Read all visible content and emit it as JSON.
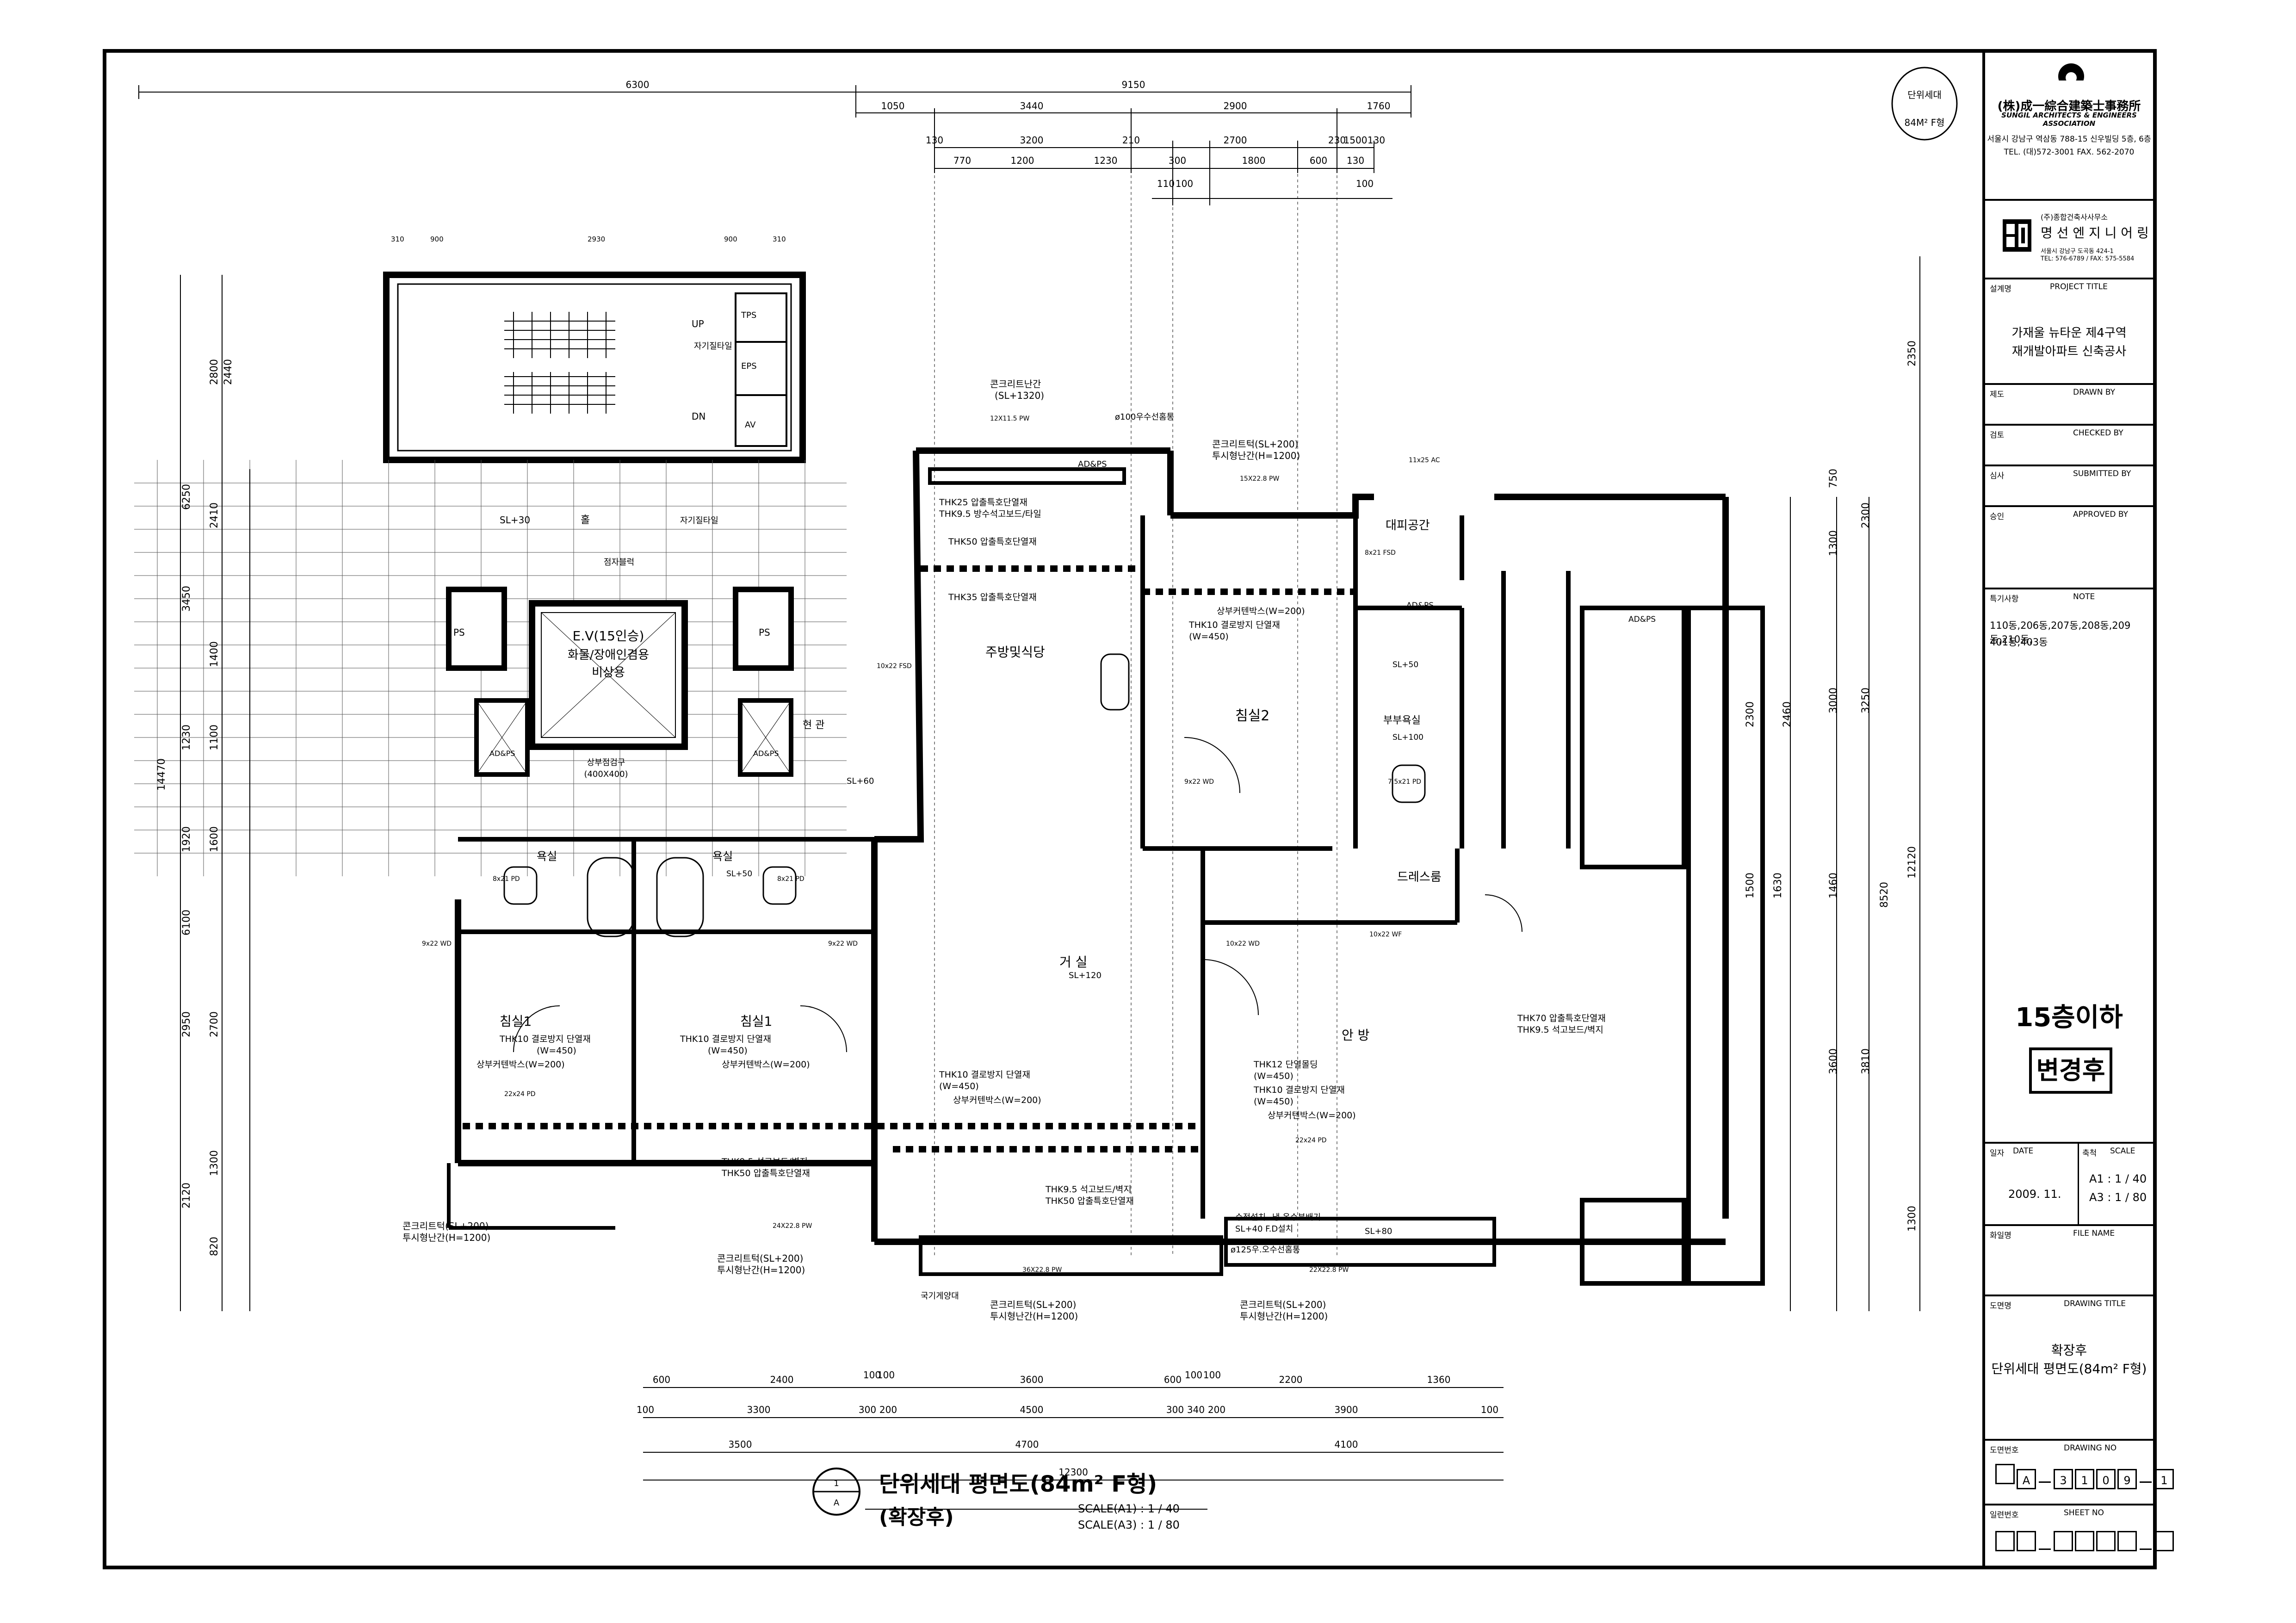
{
  "title_block": {
    "company_cn": "(株)成一綜合建築士事務所",
    "company_en": "SUNGIL ARCHITECTS & ENGINEERS ASSOCIATION",
    "company_address": "서울시 강남구 역삼동 788-15 신우빌딩 5층, 6층",
    "company_tel": "TEL. (대)572-3001  FAX. 562-2070",
    "partner_sub": "(주)종합건축사사무소",
    "partner_name": "명 선 엔 지 니 어 링",
    "partner_address": "서울시 강남구 도곡동 424-1",
    "partner_tel": "TEL: 576-6789 / FAX: 575-5584",
    "project_label": "설계명",
    "project_title_label": "PROJECT TITLE",
    "project_line1": "가재울 뉴타운 제4구역",
    "project_line2": "재개발아파트 신축공사",
    "drawn_label": "제도",
    "drawn_en": "DRAWN BY",
    "checked_label": "검토",
    "checked_en": "CHECKED BY",
    "submitted_label": "심사",
    "submitted_en": "SUBMITTED BY",
    "approved_label": "승인",
    "approved_en": "APPROVED BY",
    "note_label": "특기사항",
    "note_en": "NOTE",
    "note_line1": "110동,206동,207동,208동,209동,210동,",
    "note_line2": "401동,403동",
    "floor_text": "15층이하",
    "status_text": "변경후",
    "date_label": "일자",
    "date_en": "DATE",
    "date_value": "2009. 11.",
    "scale_label": "축척",
    "scale_en": "SCALE",
    "scale_a1": "A1 :  1  / 40",
    "scale_a3": "A3 :  1  / 80",
    "file_label": "화일명",
    "file_en": "FILE NAME",
    "drawing_title_label": "도면명",
    "drawing_title_en": "DRAWING TITLE",
    "drawing_title_1": "확장후",
    "drawing_title_2": "단위세대 평면도(84m² F형)",
    "drawing_no_label": "도면번호",
    "drawing_no_en": "DRAWING NO",
    "drawing_no_chars": [
      "A",
      "3",
      "1",
      "0",
      "9",
      "1"
    ],
    "sheet_label": "일련번호",
    "sheet_en": "SHEET NO"
  },
  "badge": {
    "line1": "단위세대",
    "line2": "84M² F형"
  },
  "plan": {
    "top_dims_row1": [
      "6300",
      "9150"
    ],
    "top_dims_row2": [
      "1050",
      "3440",
      "2900",
      "1760"
    ],
    "top_dims_row3": [
      "130",
      "3200",
      "210",
      "2700",
      "230",
      "1500",
      "130"
    ],
    "top_dims_row4": [
      "770",
      "1200",
      "1230",
      "300",
      "1800",
      "600",
      "130"
    ],
    "top_dims_row5": [
      "110",
      "100",
      "100"
    ],
    "bottom_dims_row1": [
      "600",
      "2400",
      "100",
      "100",
      "3600",
      "600",
      "100",
      "100",
      "2200",
      "1360"
    ],
    "bottom_dims_row2": [
      "100",
      "3300",
      "300",
      "200",
      "4500",
      "300",
      "340",
      "200",
      "3900",
      "100"
    ],
    "bottom_dims_row3": [
      "3500",
      "4700",
      "4100"
    ],
    "bottom_dims_total": "12300",
    "left_dims_outer": [
      "6250",
      "14470",
      "6100",
      "2120"
    ],
    "left_dims_inner": [
      "2800",
      "2440",
      "2410",
      "3450",
      "1400",
      "1230",
      "1100",
      "1920",
      "1600",
      "2700",
      "2950",
      "1300",
      "820"
    ],
    "right_dims_outer": [
      "2350",
      "12120",
      "1300"
    ],
    "right_dims_inner": [
      "750",
      "2300",
      "1300",
      "3250",
      "3000",
      "2460",
      "2300",
      "8520",
      "1460",
      "1630",
      "1500",
      "3810",
      "3600"
    ],
    "stair_dims": [
      "310",
      "900",
      "2930",
      "900",
      "310"
    ],
    "rooms": {
      "hall": "홀",
      "ev_line1": "E.V(15인승)",
      "ev_line2": "화물/장애인겸용",
      "ev_line3": "비상용",
      "ev_check": "상부점검구",
      "ev_check_size": "(400X400)",
      "kitchen": "주방및식당",
      "bed2": "침실2",
      "bed1a": "침실1",
      "bed1b": "침실1",
      "living": "거 실",
      "master": "안 방",
      "bath1": "욕실",
      "bath2": "욕실",
      "bath3": "부부욕실",
      "dress": "드레스룸",
      "shelter": "대피공간",
      "entry": "현 관"
    },
    "labels": {
      "up": "UP",
      "dn": "DN",
      "tile1": "자기질타일",
      "tile2": "자기질타일",
      "tps": "TPS",
      "eps": "EPS",
      "av": "AV",
      "ps1": "PS",
      "ps2": "PS",
      "adps1": "AD&PS",
      "adps2": "AD&PS",
      "adps3": "AD&PS",
      "adps4": "AD&PS",
      "adps5": "AD&PS",
      "braille": "점자블럭",
      "sl30": "SL+30",
      "sl60": "SL+60",
      "sl50a": "SL+50",
      "sl50b": "SL+50",
      "sl120": "SL+120",
      "sl100": "SL+100",
      "sl80": "SL+80",
      "concrete1_a": "콘크리트난간",
      "concrete1_b": "(SL+1320)",
      "drain1": "ø100우수선홈통",
      "concrete2_a": "콘크리트턱(SL+200)",
      "concrete2_b": "투시형난간(H=1200)",
      "thk25": "THK25 압출특호단열재",
      "thk95a": "THK9.5 방수석고보드/타일",
      "thk50": "THK50 압출특호단열재",
      "thk35": "THK35 압출특호단열재",
      "curtain1": "상부커텐박스(W=200)",
      "thk10a": "THK10 결로방지 단열재",
      "w450a": "(W=450)",
      "thk10b": "THK10 결로방지 단열재",
      "w450b": "(W=450)",
      "curtain2": "상부커텐박스(W=200)",
      "thk10c": "THK10 결로방지 단열재",
      "w450c": "(W=450)",
      "curtain3": "상부커텐박스(W=200)",
      "thk10d": "THK10 결로방지 단열재",
      "w450d": "(W=450)",
      "curtain4": "상부커텐박스(W=200)",
      "thk95b": "THK9.5 석고보드/벽지",
      "thk50b": "THK50 압출특호단열재",
      "thk95c": "THK9.5 석고보드/벽지",
      "thk50c": "THK50 압출특호단열재",
      "thk12": "THK12 단열몰딩",
      "w450e": "(W=450)",
      "thk10e": "THK10 결로방지 단열재",
      "w450f": "(W=450)",
      "curtain5": "상부커텐박스(W=200)",
      "thk70": "THK70 압출특호단열재",
      "thk95d": "THK9.5 석고보드/벽지",
      "concrete3_a": "콘크리트턱(SL+200)",
      "concrete3_b": "투시형난간(H=1200)",
      "concrete4_a": "콘크리트턱(SL+200)",
      "concrete4_b": "투시형난간(H=1200)",
      "concrete5_a": "콘크리트턱(SL+200)",
      "concrete5_b": "투시형난간(H=1200)",
      "concrete6_a": "콘크리트턱(SL+200)",
      "concrete6_b": "투시형난간(H=1200)",
      "flag": "국기게양대",
      "drain2": "ø125우.오수선홈통",
      "water": "냉.온수분배기",
      "drain3": "수전설치",
      "fdrain": "SL+40 F.D설치",
      "tags": [
        "12X11.5 PW",
        "15X22.8 PW",
        "11x25 AC",
        "8x21 FSD",
        "10x22 FSD",
        "9x22 WD",
        "8x21 PD",
        "8x21 PD",
        "9x22 WD",
        "9x22 WD",
        "10x22 WD",
        "10x22 WF",
        "22x24 PD",
        "22x24 PD",
        "24X22.8 PW",
        "36X22.8 PW",
        "22X22.8 PW",
        "7.5x21 PD"
      ]
    },
    "caption_title": "단위세대 평면도(84m² F형)",
    "caption_sub": "(확장후)",
    "caption_scale1": "SCALE(A1) : 1 / 40",
    "caption_scale2": "SCALE(A3) : 1 / 80",
    "caption_num": "1",
    "caption_sheet": "A"
  }
}
